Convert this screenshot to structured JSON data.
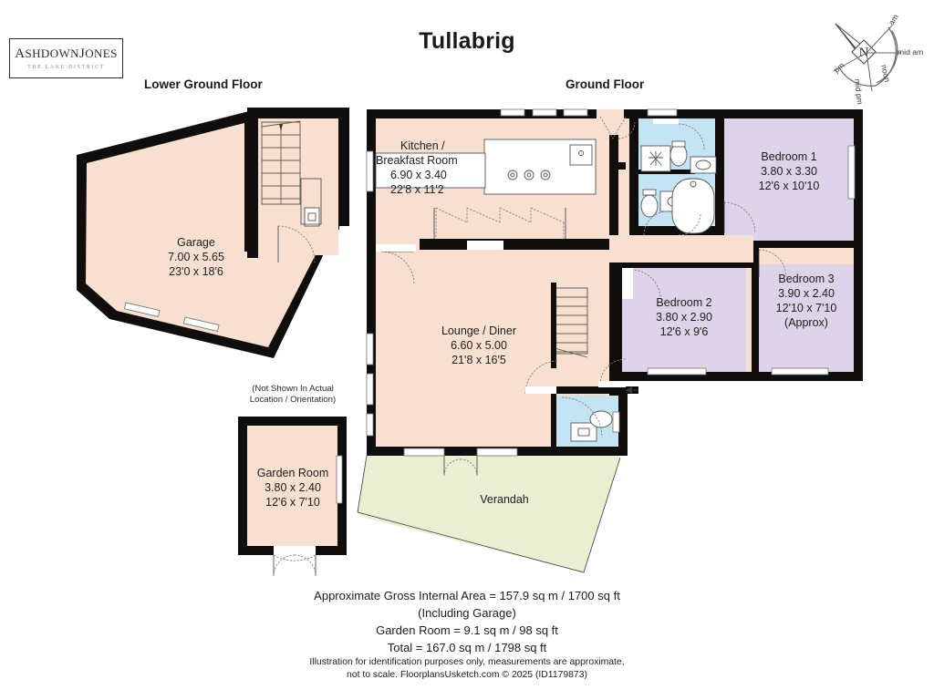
{
  "branding": {
    "logo_main": "AshdownJones",
    "logo_main_letters": "ASHDOWNJONES",
    "logo_sub": "THE LAKE DISTRICT"
  },
  "header": {
    "title": "Tullabrig",
    "floor_left": "Lower Ground Floor",
    "floor_right": "Ground Floor"
  },
  "compass": {
    "north_letter": "N",
    "labels": [
      "am",
      "mid am",
      "noon",
      "mid pm",
      "pm"
    ]
  },
  "rooms": {
    "garage": {
      "name": "Garage",
      "metric": "7.00 x 5.65",
      "imperial": "23'0 x 18'6"
    },
    "garden_room": {
      "name": "Garden Room",
      "metric": "3.80 x 2.40",
      "imperial": "12'6 x 7'10",
      "note_line1": "(Not Shown In Actual",
      "note_line2": "Location / Orientation)"
    },
    "kitchen": {
      "name_line1": "Kitchen /",
      "name_line2": "Breakfast Room",
      "metric": "6.90 x 3.40",
      "imperial": "22'8 x 11'2"
    },
    "lounge": {
      "name": "Lounge / Diner",
      "metric": "6.60 x 5.00",
      "imperial": "21'8 x 16'5"
    },
    "bedroom1": {
      "name": "Bedroom 1",
      "metric": "3.80 x 3.30",
      "imperial": "12'6 x 10'10"
    },
    "bedroom2": {
      "name": "Bedroom 2",
      "metric": "3.80 x 2.90",
      "imperial": "12'6 x 9'6"
    },
    "bedroom3": {
      "name": "Bedroom 3",
      "metric": "3.90 x 2.40",
      "imperial": "12'10 x 7'10",
      "approx": "(Approx)"
    },
    "verandah": {
      "name": "Verandah"
    }
  },
  "footer": {
    "line1": "Approximate Gross Internal Area = 157.9 sq m / 1700 sq ft",
    "line2": "(Including Garage)",
    "line3": "Garden Room = 9.1 sq m / 98 sq ft",
    "line4": "Total = 167.0 sq m / 1798 sq ft",
    "line5": "Illustration for identification purposes only, measurements are approximate,",
    "line6": "not to scale. FloorplansUsketch.com © 2025 (ID1179873)"
  },
  "colors": {
    "wall": "#100d0d",
    "floor_peach": "#f8e0d0",
    "bedroom_lavender": "#ded4ea",
    "bathroom_blue": "#c5e4f3",
    "verandah_green": "#eaeed3",
    "fixture_white": "#ffffff",
    "fixture_outline": "#555555",
    "text": "#1a1a1a"
  }
}
